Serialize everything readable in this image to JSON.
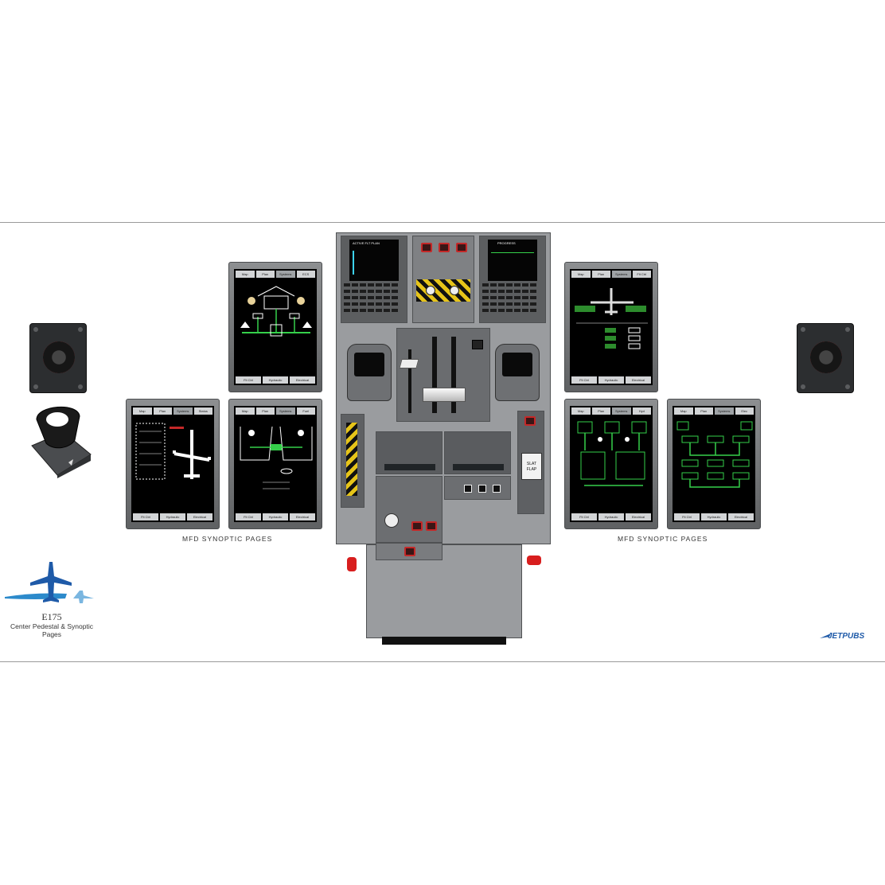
{
  "poster": {
    "aircraft": "E175",
    "subtitle": "Center Pedestal & Synoptic Pages",
    "fine_print": "",
    "brand": "JETPUBS",
    "brand_fine": ""
  },
  "captions": {
    "left": "MFD SYNOPTIC PAGES",
    "right": "MFD SYNOPTIC PAGES"
  },
  "mfd_tabs": [
    "Map",
    "Plan",
    "Systems"
  ],
  "mfd_footer": [
    "Flt Ctrl",
    "Hydraulic",
    "Electrical"
  ],
  "mfd_top_left_tag": "ECS",
  "mfd_top_right_tag": "Flt Ctrl",
  "mfd_fuel_tag": "Fuel",
  "mfd_status_tag": "Status",
  "mfd_hyd_tag": "Hyd",
  "mfd_elec_tag": "Elec",
  "pedestal": {
    "slat_flap": "SLAT FLAP",
    "left_mcdu_title": "ACTIVE FLT PLAN",
    "right_mcdu_title": "PROGRESS"
  },
  "colors": {
    "synoptic_green": "#35d04a",
    "synoptic_white": "#ffffff",
    "guard_red": "#c42828",
    "logo_blue": "#1e5aa8"
  }
}
